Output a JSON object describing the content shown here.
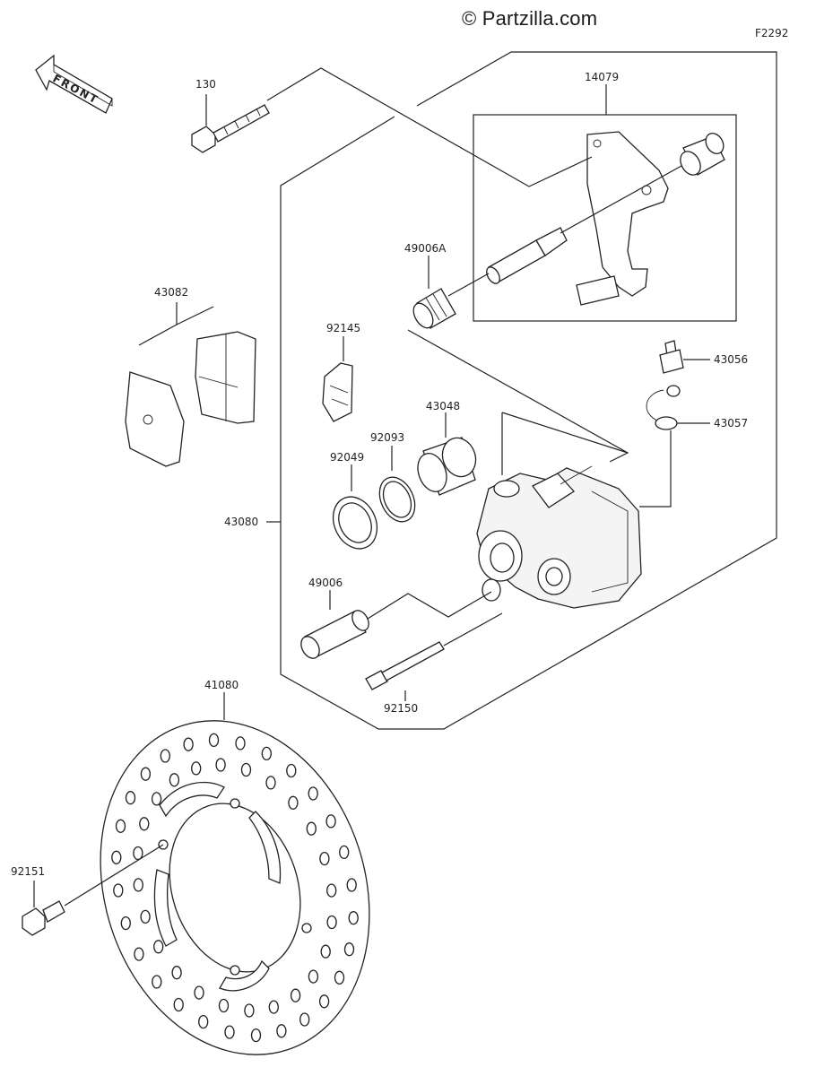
{
  "header": {
    "watermark": "© Partzilla.com",
    "figure_code": "F2292"
  },
  "front_arrow": {
    "label": "FRONT"
  },
  "parts": {
    "p130": "130",
    "p14079": "14079",
    "p49006A": "49006A",
    "p43082": "43082",
    "p92145": "92145",
    "p43056": "43056",
    "p43057": "43057",
    "p43048": "43048",
    "p92093": "92093",
    "p92049": "92049",
    "p43080": "43080",
    "p49006": "49006",
    "p92150": "92150",
    "p41080": "41080",
    "p92151": "92151"
  }
}
